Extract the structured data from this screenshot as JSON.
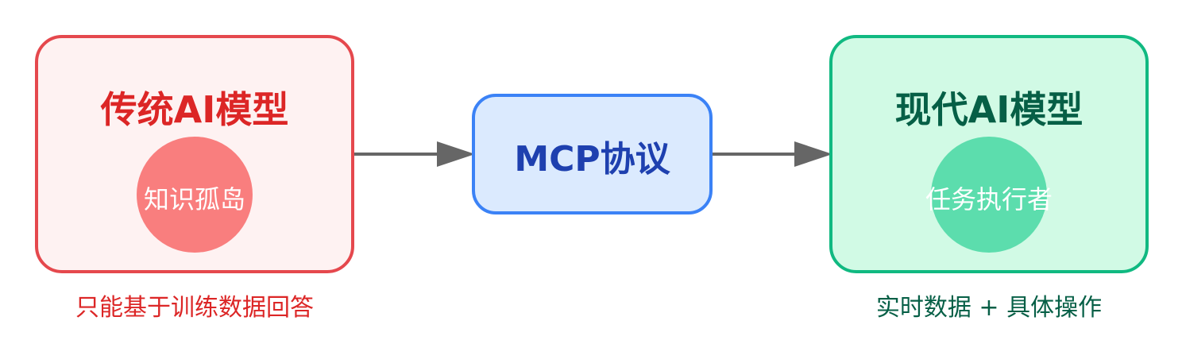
{
  "left_box": {
    "title": "传统AI模型",
    "circle_label": "知识孤岛",
    "caption": "只能基于训练数据回答"
  },
  "middle_box": {
    "title": "MCP协议"
  },
  "right_box": {
    "title": "现代AI模型",
    "circle_label": "任务执行者",
    "caption": "实时数据 + 具体操作"
  },
  "colors": {
    "left_border": "#e5484d",
    "left_fill": "#fef2f2",
    "middle_border": "#3b82f6",
    "middle_fill": "#dbeafe",
    "right_border": "#10b981",
    "right_fill": "#d1fae5",
    "arrow": "#666666"
  }
}
